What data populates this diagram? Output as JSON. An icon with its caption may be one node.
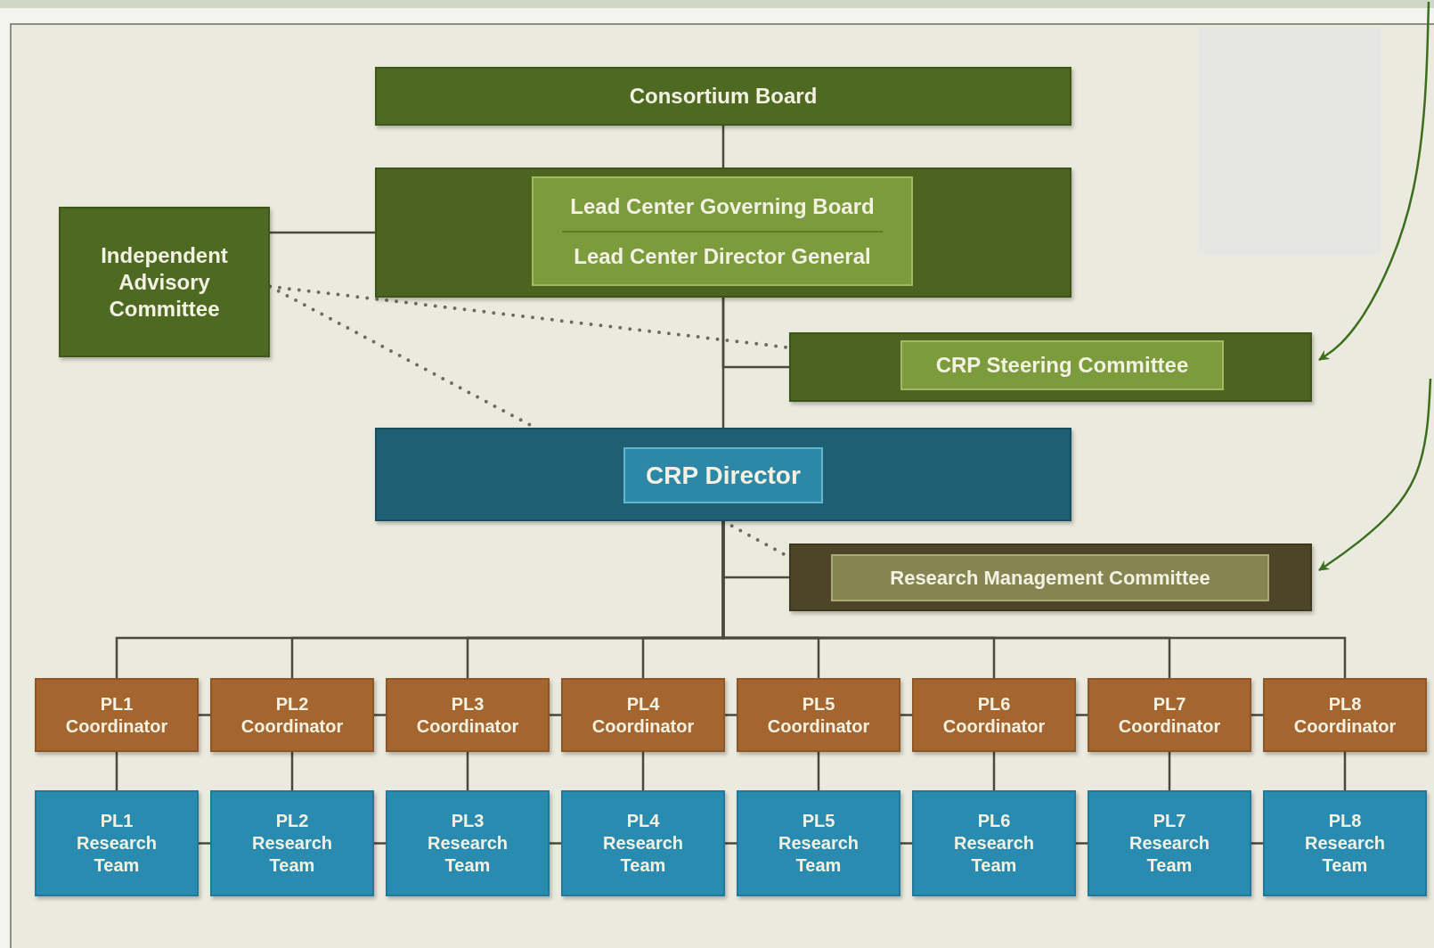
{
  "diagram": {
    "nodes": [
      {
        "text": [
          "Consortium Board"
        ]
      },
      {
        "text": [],
        "shape": "box"
      },
      {
        "text": [
          "Lead Center Governing Board",
          "Lead Center Director General"
        ],
        "in": 1
      },
      {
        "text": [
          "Independent Advisory Committee"
        ]
      },
      {
        "text": [],
        "shape": "box"
      },
      {
        "text": [
          "CRP Steering Committee"
        ],
        "in": 4
      },
      {
        "text": [],
        "shape": "box"
      },
      {
        "text": [
          "CRP Director"
        ],
        "in": 6
      },
      {
        "text": [],
        "shape": "box"
      },
      {
        "text": [
          "Research Management Committee"
        ],
        "in": 8
      },
      {
        "text": [
          "PL1",
          "Coordinator"
        ]
      },
      {
        "text": [
          "PL2",
          "Coordinator"
        ]
      },
      {
        "text": [
          "PL3",
          "Coordinator"
        ]
      },
      {
        "text": [
          "PL4",
          "Coordinator"
        ]
      },
      {
        "text": [
          "PL5",
          "Coordinator"
        ]
      },
      {
        "text": [
          "PL6",
          "Coordinator"
        ]
      },
      {
        "text": [
          "PL7",
          "Coordinator"
        ]
      },
      {
        "text": [
          "PL8",
          "Coordinator"
        ]
      },
      {
        "text": [
          "PL1",
          "Research Team"
        ]
      },
      {
        "text": [
          "PL2",
          "Research Team"
        ]
      },
      {
        "text": [
          "PL3",
          "Research Team"
        ]
      },
      {
        "text": [
          "PL4",
          "Research Team"
        ]
      },
      {
        "text": [
          "PL5",
          "Research Team"
        ]
      },
      {
        "text": [
          "PL6",
          "Research Team"
        ]
      },
      {
        "text": [
          "PL7",
          "Research Team"
        ]
      },
      {
        "text": [
          "PL8",
          "Research Team"
        ]
      }
    ],
    "edges": [
      {
        "from": 0,
        "to": 1,
        "arrow": "none"
      },
      {
        "from": 3,
        "to": 1,
        "arrow": "none"
      },
      {
        "from": 1,
        "to": 4,
        "arrow": "none"
      },
      {
        "from": 1,
        "to": 6,
        "arrow": "none"
      },
      {
        "from": 3,
        "to": 4,
        "arrow": "none",
        "style": "dashed"
      },
      {
        "from": 3,
        "to": 6,
        "arrow": "none",
        "style": "dashed"
      },
      {
        "from": 6,
        "to": 8,
        "arrow": "none"
      },
      {
        "from": 6,
        "to": 8,
        "arrow": "none",
        "style": "dashed"
      },
      {
        "from": 6,
        "to": 10,
        "arrow": "none"
      },
      {
        "from": 6,
        "to": 11,
        "arrow": "none"
      },
      {
        "from": 6,
        "to": 12,
        "arrow": "none"
      },
      {
        "from": 6,
        "to": 13,
        "arrow": "none"
      },
      {
        "from": 6,
        "to": 14,
        "arrow": "none"
      },
      {
        "from": 6,
        "to": 15,
        "arrow": "none"
      },
      {
        "from": 6,
        "to": 16,
        "arrow": "none"
      },
      {
        "from": 6,
        "to": 17,
        "arrow": "none"
      },
      {
        "from": 10,
        "to": 18,
        "arrow": "none"
      },
      {
        "from": 11,
        "to": 19,
        "arrow": "none"
      },
      {
        "from": 12,
        "to": 20,
        "arrow": "none"
      },
      {
        "from": 13,
        "to": 21,
        "arrow": "none"
      },
      {
        "from": 14,
        "to": 22,
        "arrow": "none"
      },
      {
        "from": 15,
        "to": 23,
        "arrow": "none"
      },
      {
        "from": 16,
        "to": 24,
        "arrow": "none"
      },
      {
        "from": 17,
        "to": 25,
        "arrow": "none"
      },
      {
        "from": 10,
        "to": 11,
        "arrow": "none"
      },
      {
        "from": 11,
        "to": 12,
        "arrow": "none"
      },
      {
        "from": 12,
        "to": 13,
        "arrow": "none"
      },
      {
        "from": 13,
        "to": 14,
        "arrow": "none"
      },
      {
        "from": 14,
        "to": 15,
        "arrow": "none"
      },
      {
        "from": 15,
        "to": 16,
        "arrow": "none"
      },
      {
        "from": 16,
        "to": 17,
        "arrow": "none"
      },
      {
        "from": 18,
        "to": 19,
        "arrow": "none"
      },
      {
        "from": 19,
        "to": 20,
        "arrow": "none"
      },
      {
        "from": 20,
        "to": 21,
        "arrow": "none"
      },
      {
        "from": 21,
        "to": 22,
        "arrow": "none"
      },
      {
        "from": 22,
        "to": 23,
        "arrow": "none"
      },
      {
        "from": 23,
        "to": 24,
        "arrow": "none"
      },
      {
        "from": 24,
        "to": 25,
        "arrow": "none"
      },
      {
        "from": null,
        "to": 4,
        "arrow": "to",
        "color": "#3c6e1e"
      },
      {
        "from": null,
        "to": 8,
        "arrow": "to",
        "color": "#3c6e1e"
      }
    ]
  }
}
